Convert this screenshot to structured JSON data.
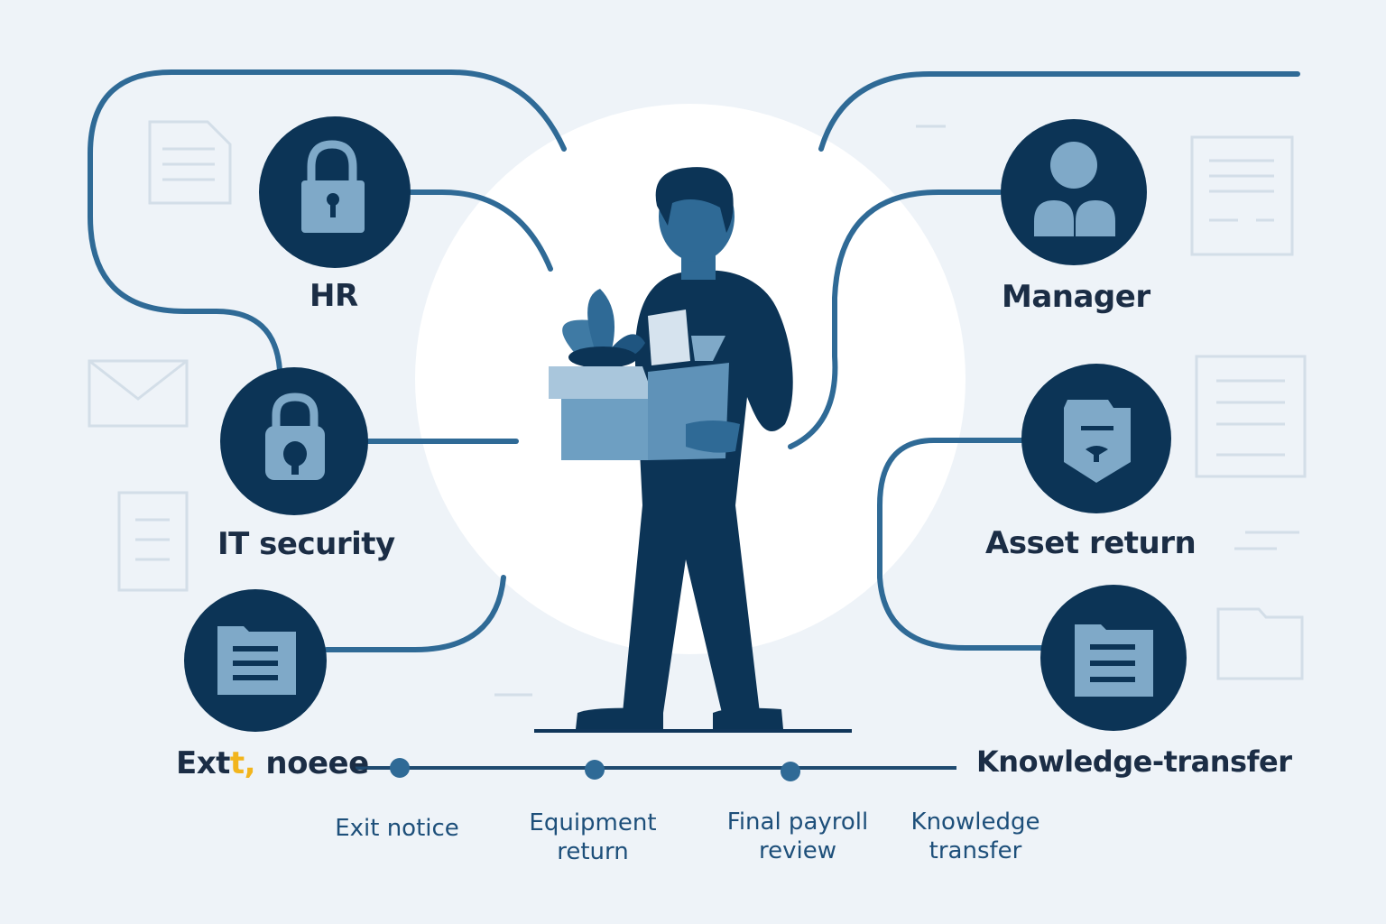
{
  "nodes": [
    {
      "id": "hr",
      "label": "HR",
      "icon": "padlock-icon"
    },
    {
      "id": "it-security",
      "label": "IT security",
      "icon": "padlock-icon"
    },
    {
      "id": "exit-employee",
      "label_pre": "Ext",
      "label_accent": "t,",
      "label_post": " noeee",
      "icon": "document-icon"
    },
    {
      "id": "manager",
      "label": "Manager",
      "icon": "people-icon"
    },
    {
      "id": "asset-return",
      "label": "Asset return",
      "icon": "badge-icon"
    },
    {
      "id": "knowledge-transfer",
      "label": "Knowledge-transfer",
      "icon": "document-icon"
    }
  ],
  "timeline": {
    "steps": [
      {
        "line1": "Exit notice",
        "line2": ""
      },
      {
        "line1": "Equipment",
        "line2": "return"
      },
      {
        "line1": "Final payroll",
        "line2": "review"
      },
      {
        "line1": "Knowledge",
        "line2": "transfer"
      }
    ]
  },
  "colors": {
    "background": "#eef3f8",
    "node_fill": "#0c3456",
    "icon_fill": "#7fa9c8",
    "connector": "#2f6a96",
    "text": "#1b2d45",
    "accent": "#f2b51d"
  },
  "center": {
    "figure": "person-carrying-box-icon"
  }
}
